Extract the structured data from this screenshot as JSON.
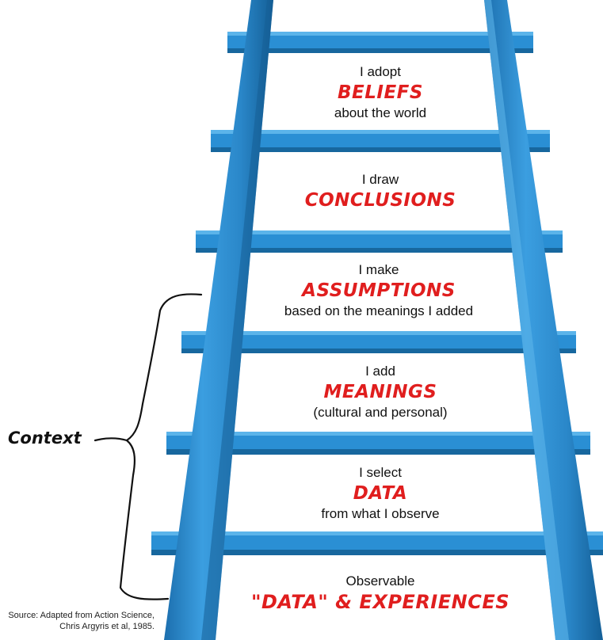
{
  "steps": [
    {
      "pre": "I adopt",
      "big": "BELIEFS",
      "post": "about the world"
    },
    {
      "pre": "I draw",
      "big": "CONCLUSIONS",
      "post": ""
    },
    {
      "pre": "I make",
      "big": "ASSUMPTIONS",
      "post": "based on the meanings I added"
    },
    {
      "pre": "I add",
      "big": "MEANINGS",
      "post": "(cultural and personal)"
    },
    {
      "pre": "I select",
      "big": "DATA",
      "post": "from what I observe"
    },
    {
      "pre": "Observable",
      "big": "\"DATA\" & EXPERIENCES",
      "post": ""
    }
  ],
  "context": {
    "label": "Context"
  },
  "source": {
    "line1": "Source: Adapted from Action Science,",
    "line2": "Chris Argyris et al, 1985."
  },
  "colors": {
    "rail": "#2a8fd4",
    "rail_dark": "#17679e",
    "rail_light": "#5bb4ea",
    "highlight": "#e01e1e"
  }
}
